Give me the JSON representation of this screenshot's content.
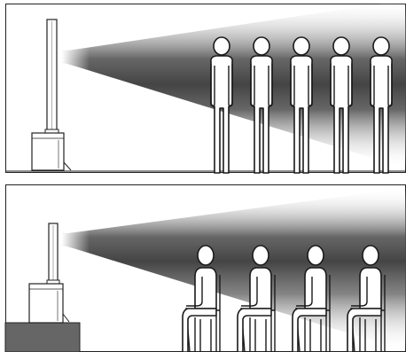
{
  "scenes": [
    {
      "name": "standing-audience",
      "audience_posture": "standing",
      "audience_count": 5,
      "speaker_placement": "floor"
    },
    {
      "name": "seated-audience",
      "audience_posture": "seated",
      "audience_count": 4,
      "speaker_placement": "raised platform"
    }
  ],
  "colors": {
    "frame": "#222222",
    "beam_core": "#444444",
    "beam_edge": "#ffffff",
    "platform": "#666666",
    "figure_fill": "#ffffff",
    "figure_stroke": "#1a1a1a"
  }
}
